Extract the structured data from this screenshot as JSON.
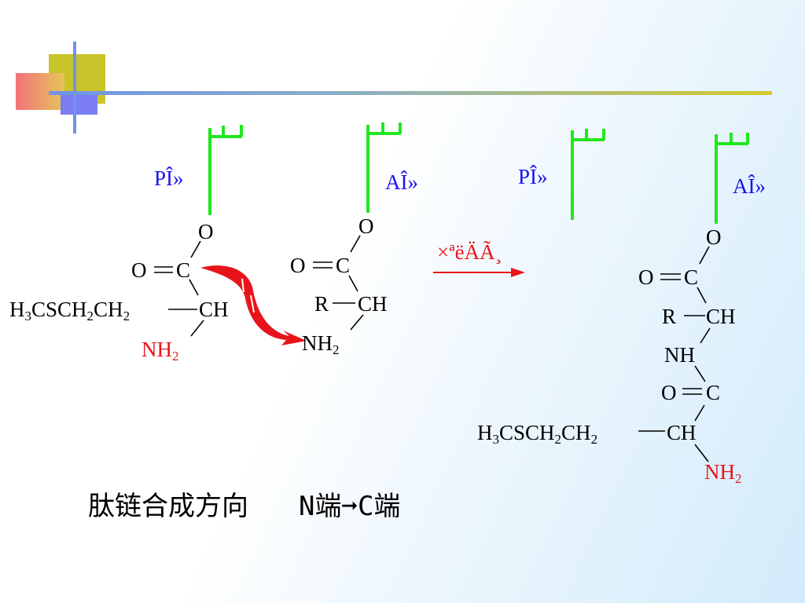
{
  "colors": {
    "chain": "#000000",
    "anchor": "#22e61f",
    "site": "#1a14ee",
    "amino": "#e8141b",
    "arrow": "#e8141b"
  },
  "diagram": {
    "left": {
      "p_site": {
        "label": "PÎ»"
      },
      "met_trna": {
        "o_link": "O",
        "o_dbl": "O",
        "c": "C",
        "sidechain": "H",
        "sidechain_sub3": "3",
        "sidechain_mid": "CSCH",
        "sidechain_sub2a": "2",
        "sidechain_ch": "CH",
        "sidechain_sub2b": "2",
        "ch": "CH",
        "nh": "NH",
        "nh_sub": "2"
      },
      "a_site": {
        "label": "AÎ»"
      },
      "aa_trna": {
        "o_link": "O",
        "o_dbl": "O",
        "c": "C",
        "r": "R",
        "ch": "CH",
        "nh": "NH",
        "nh_sub": "2"
      }
    },
    "reaction": {
      "label": "×ªëÄÃ¸"
    },
    "right": {
      "p_site": {
        "label": "PÎ»"
      },
      "a_site": {
        "label": "AÎ»"
      },
      "dipeptide": {
        "o_link": "O",
        "o_dbl1": "O",
        "c1": "C",
        "r": "R",
        "ch1": "CH",
        "nh_mid": "NH",
        "o_dbl2": "O",
        "c2": "C",
        "sidechain": "H",
        "sidechain_sub3": "3",
        "sidechain_mid": "CSCH",
        "sidechain_sub2a": "2",
        "sidechain_ch": "CH",
        "sidechain_sub2b": "2",
        "ch2": "CH",
        "nh": "NH",
        "nh_sub": "2"
      }
    }
  },
  "caption": {
    "text": "肽链合成方向",
    "direction": "N端➞C端"
  }
}
